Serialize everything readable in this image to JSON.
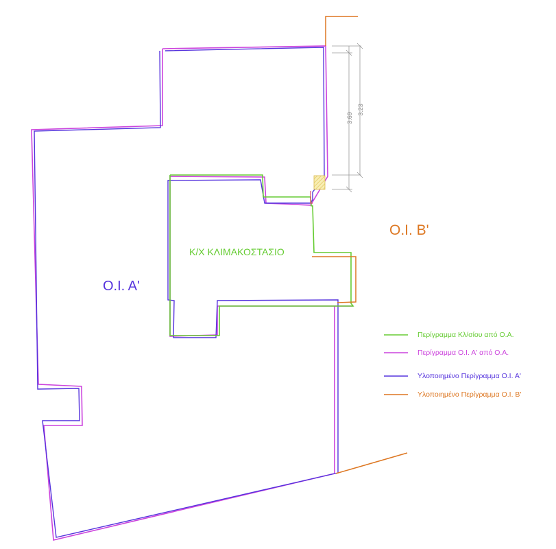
{
  "labels": {
    "unit_a": "Ο.Ι. Α'",
    "unit_b": "Ο.Ι. Β'",
    "staircase": "Κ/Χ ΚΛΙΜΑΚΟΣΤΑΣΙΟ"
  },
  "dimensions": {
    "dim1": "3.69",
    "dim2": "3.23"
  },
  "legend": [
    {
      "label": "Περίγραμμα Κλ/σίου από Ο.Α.",
      "color": "#66cc33"
    },
    {
      "label": "Περίγραμμα Ο.Ι. Α' από Ο.Α.",
      "color": "#cc44dd"
    },
    {
      "label": "Υλοποιημένο Περίγραμμα Ο.Ι. Α'",
      "color": "#5533dd"
    },
    {
      "label": "Υλοποιημένο Περίγραμμα Ο.Ι. Β'",
      "color": "#dd7722"
    }
  ],
  "colors": {
    "green": "#66cc33",
    "magenta": "#cc44dd",
    "blue": "#5533dd",
    "orange": "#dd7722",
    "unit_a_text": "#5533dd",
    "unit_b_text": "#dd7722",
    "staircase_text": "#66cc33",
    "hatch": "#f2dc73"
  }
}
